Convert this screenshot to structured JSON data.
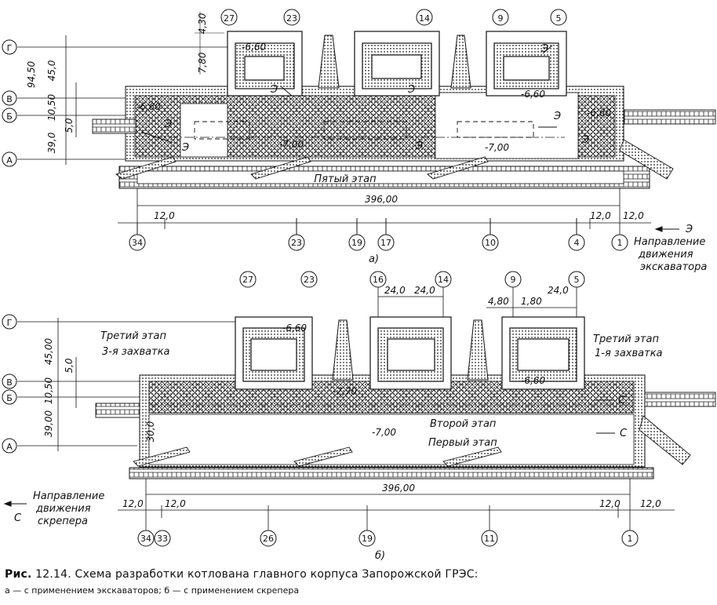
{
  "diagram_a": {
    "top_labels": [
      "27",
      "23",
      "14",
      "9",
      "5"
    ],
    "axes_letters": [
      "Г",
      "В",
      "Б",
      "А"
    ],
    "vertical_dims": [
      "94,50",
      "45,0",
      "10,50",
      "5,0",
      "39,0"
    ],
    "pit_dims": [
      "4,30",
      "7,80"
    ],
    "elevations": [
      "-6,60",
      "-6,60",
      "-6,60",
      "-6,60",
      "-7,00",
      "-7,00"
    ],
    "e_marks": [
      "Э",
      "Э",
      "Э",
      "Э",
      "Э",
      "Э",
      "Э",
      "Э"
    ],
    "stage_label": "Пятый этап",
    "total_length": "396,00",
    "seg_left": "12,0",
    "seg_right": "12,0",
    "seg_right_outer": "12,0",
    "bottom_axes": [
      "34",
      "23",
      "19",
      "17",
      "10",
      "4",
      "1"
    ],
    "direction_letter": "Э",
    "direction_text": [
      "Направление",
      "движения",
      "экскаватора"
    ],
    "panel_label": "а)"
  },
  "diagram_b": {
    "top_labels": [
      "27",
      "23",
      "16",
      "14",
      "9",
      "5"
    ],
    "top_dims": [
      "24,0",
      "24,0",
      "4,80",
      "1,80",
      "24,0"
    ],
    "axes_letters": [
      "Г",
      "В",
      "Б",
      "А"
    ],
    "vertical_dims": [
      "45,00",
      "5,0",
      "10,50",
      "39,00",
      "30,0"
    ],
    "elevations": [
      "-6,60",
      "-7,70",
      "-6,60",
      "-7,00"
    ],
    "stage3_left": [
      "Третий этап",
      "3-я захватка"
    ],
    "stage3_right": [
      "Третий этап",
      "1-я захватка"
    ],
    "stage2": "Второй этап",
    "stage1": "Первый этап",
    "c_marks": [
      "С",
      "С"
    ],
    "total_length": "396,00",
    "seg_labels": [
      "12,0",
      "12,0",
      "12,0",
      "12,0"
    ],
    "bottom_axes": [
      "34",
      "33",
      "26",
      "19",
      "11",
      "1"
    ],
    "direction_letter": "С",
    "direction_text": [
      "Направление",
      "движения",
      "скрепера"
    ],
    "panel_label": "б)"
  },
  "caption": {
    "prefix": "Рис.",
    "number": "12.14.",
    "title": "Схема разработки котлована главного корпуса Запорожской ГРЭС:",
    "subtitle": "а — с применением экскаваторов; б — с применением скрепера"
  },
  "colors": {
    "ink": "#111111",
    "paper": "#ffffff"
  }
}
